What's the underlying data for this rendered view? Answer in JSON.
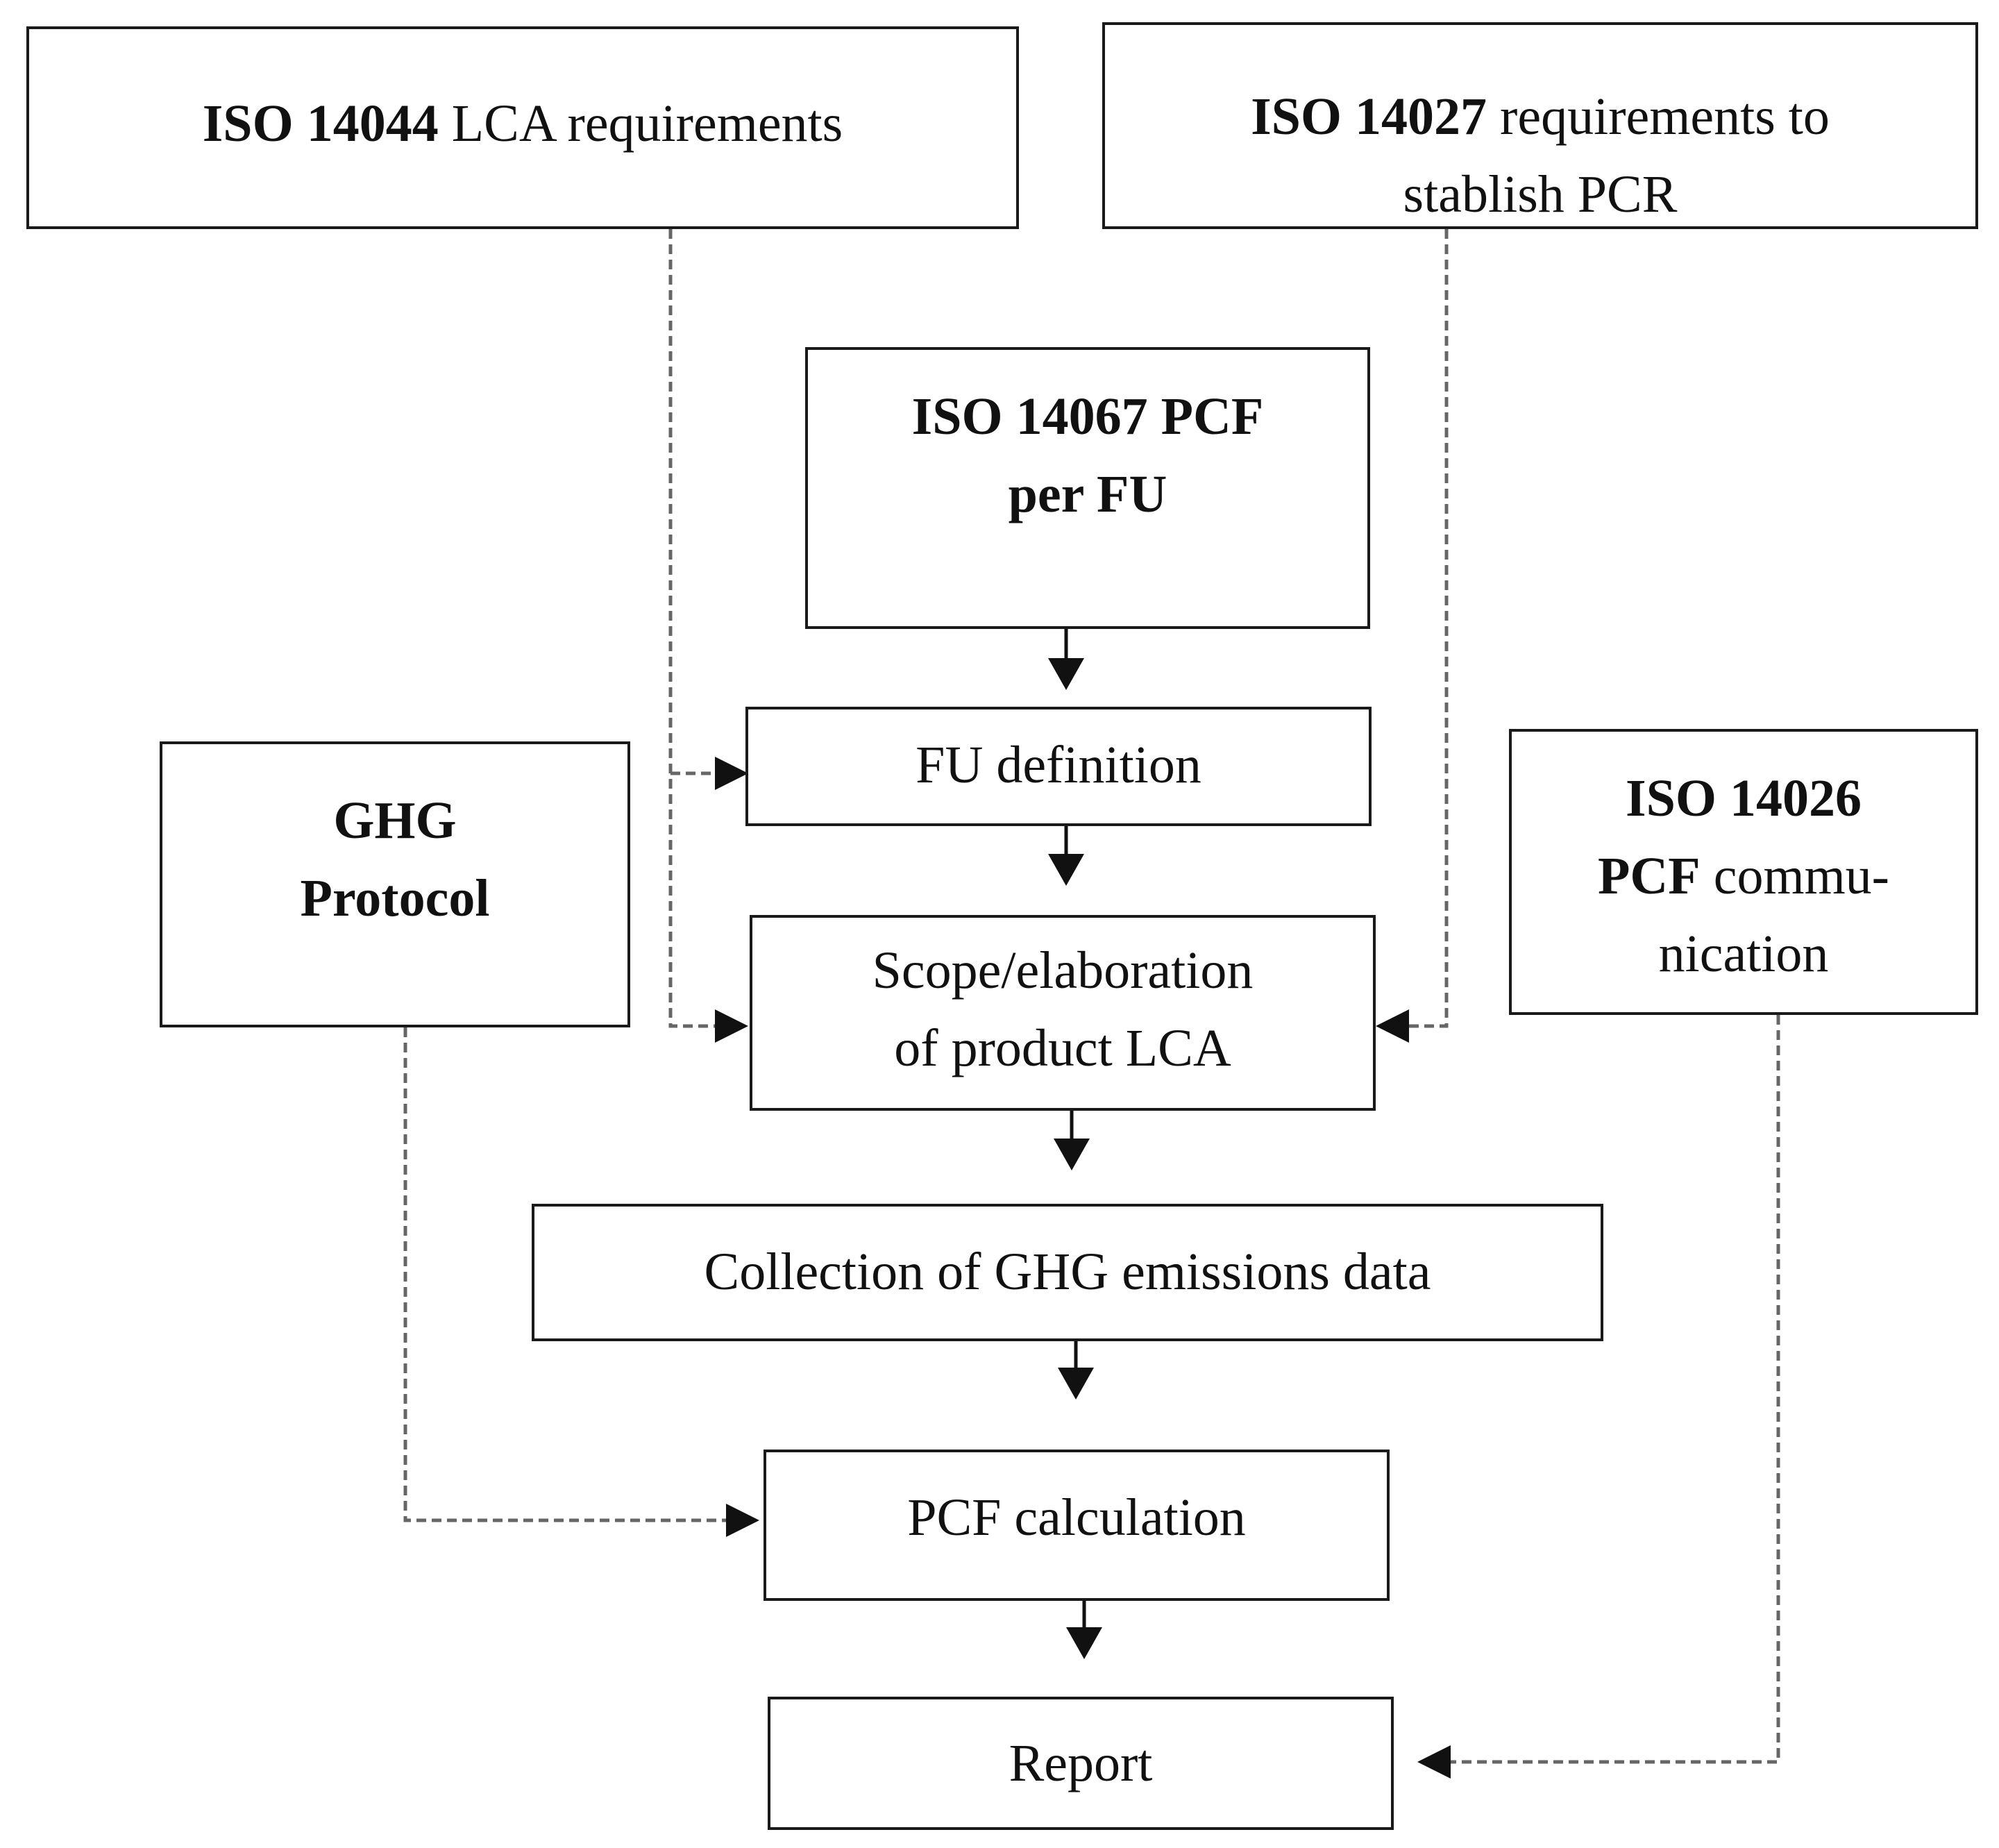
{
  "diagram": {
    "iso14044": {
      "bold": "ISO 14044",
      "text": " LCA requirements"
    },
    "iso14027": {
      "bold": "ISO 14027",
      "text1": " requirements to",
      "text2": "stablish PCR"
    },
    "iso14067": {
      "line1": "ISO 14067 PCF",
      "line2": "per FU"
    },
    "fu_definition": "FU definition",
    "ghg_protocol": {
      "line1": "GHG",
      "line2": "Protocol"
    },
    "iso14026": {
      "bold1": "ISO 14026",
      "bold2": "PCF",
      "text2": " commu-",
      "text3": "nication"
    },
    "scope": {
      "line1": "Scope/elaboration",
      "line2": "of product LCA"
    },
    "collection": "Collection of GHG emissions data",
    "pcf_calculation": "PCF calculation",
    "report": "Report"
  }
}
